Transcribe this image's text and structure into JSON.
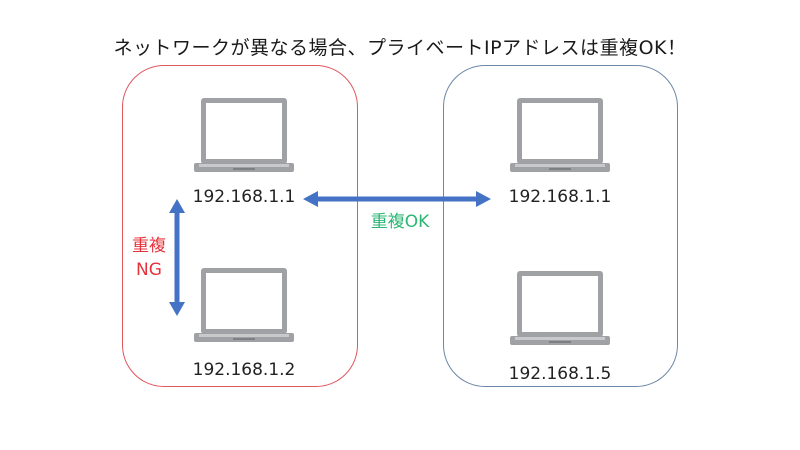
{
  "title": "ネットワークが異なる場合、プライベートIPアドレスは重複OK！",
  "networks": [
    {
      "color": "#e0575f",
      "devices": [
        {
          "ip": "192.168.1.1"
        },
        {
          "ip": "192.168.1.2"
        }
      ]
    },
    {
      "color": "#6d87a6",
      "devices": [
        {
          "ip": "192.168.1.1"
        },
        {
          "ip": "192.168.1.5"
        }
      ]
    }
  ],
  "labels": {
    "duplicate_ok": "重複OK",
    "duplicate_ng_line1": "重複",
    "duplicate_ng_line2": "NG"
  },
  "colors": {
    "arrow": "#4472c4",
    "ok_text": "#2bb673",
    "ng_text": "#e5333b",
    "laptop_body": "#9fa1a4",
    "laptop_screen": "#ffffff"
  }
}
